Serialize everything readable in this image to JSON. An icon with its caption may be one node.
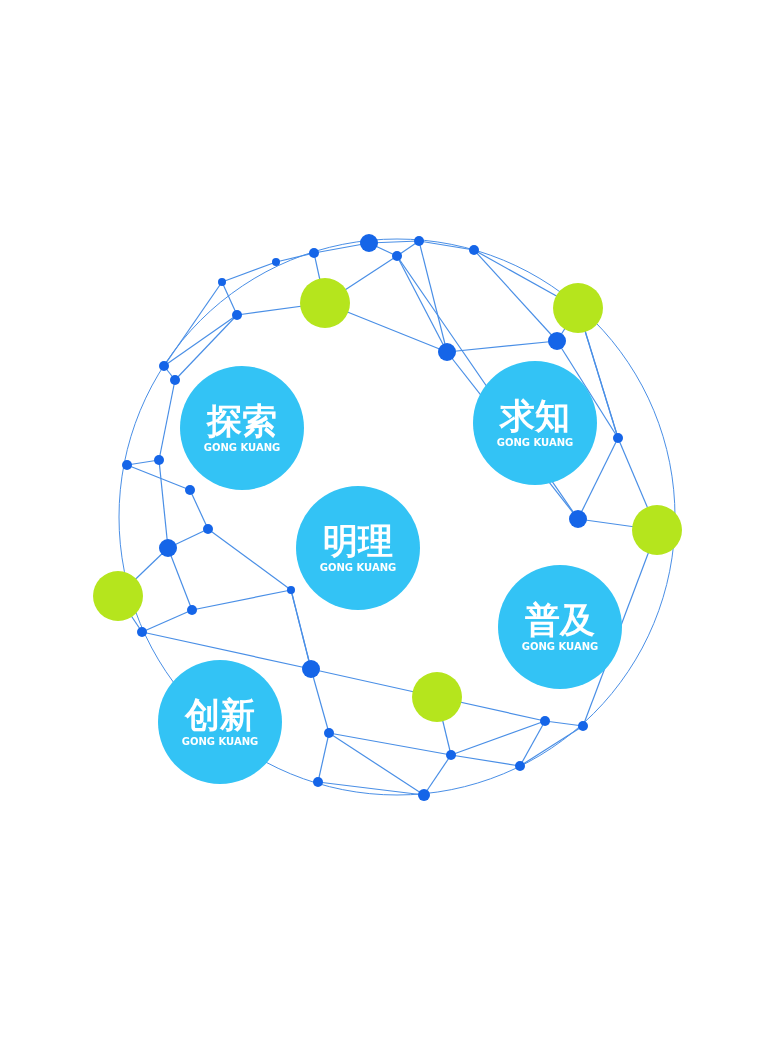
{
  "diagram": {
    "nodes": [
      {
        "text": [
          "探索",
          "GONG KUANG"
        ]
      },
      {
        "text": [
          "求知",
          "GONG KUANG"
        ]
      },
      {
        "text": [
          "明理",
          "GONG KUANG"
        ]
      },
      {
        "text": [
          "普及",
          "GONG KUANG"
        ]
      },
      {
        "text": [
          "创新",
          "GONG KUANG"
        ]
      }
    ]
  }
}
